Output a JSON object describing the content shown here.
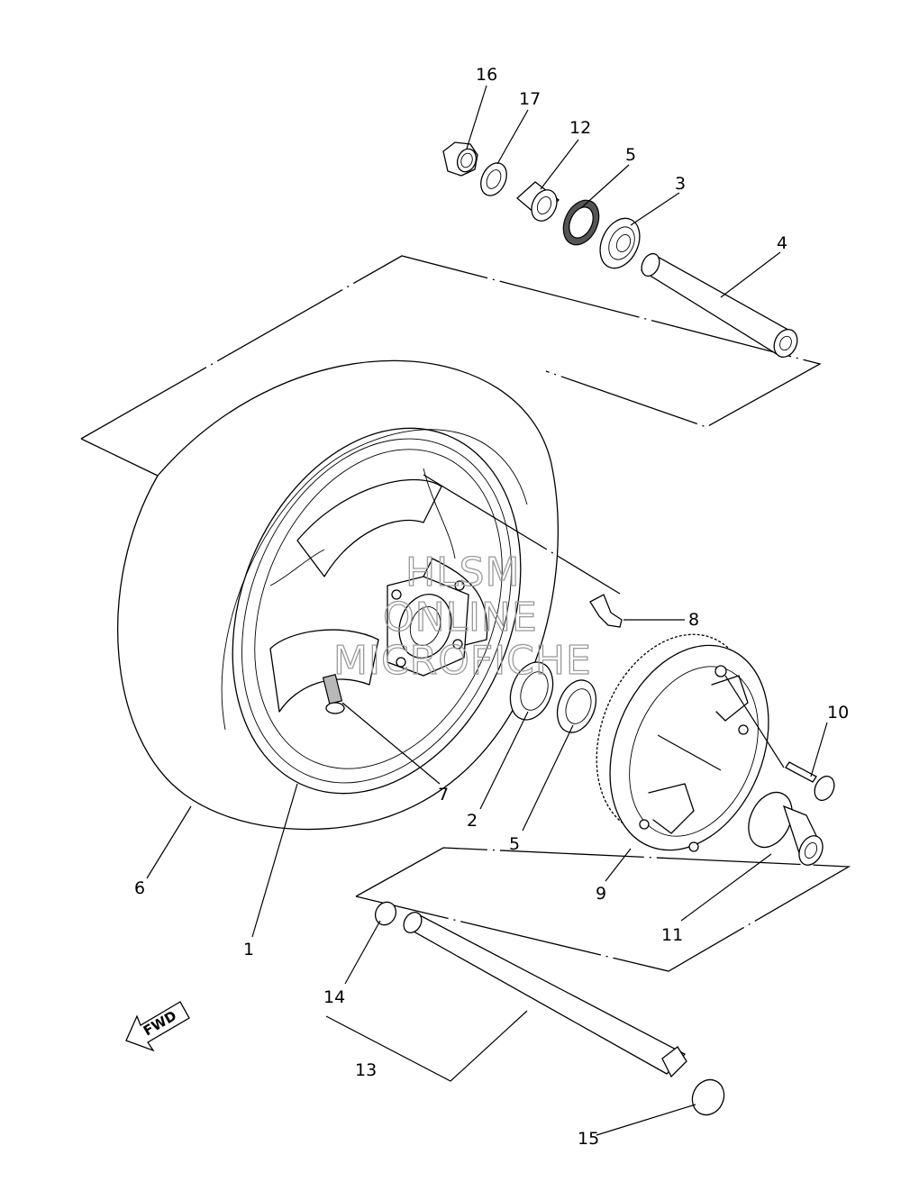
{
  "diagram": {
    "callouts": [
      {
        "label": "16"
      },
      {
        "label": "17"
      },
      {
        "label": "12"
      },
      {
        "label": "5"
      },
      {
        "label": "3"
      },
      {
        "label": "4"
      },
      {
        "label": "8"
      },
      {
        "label": "10"
      },
      {
        "label": "7"
      },
      {
        "label": "2"
      },
      {
        "label": "5"
      },
      {
        "label": "6"
      },
      {
        "label": "9"
      },
      {
        "label": "11"
      },
      {
        "label": "1"
      },
      {
        "label": "14"
      },
      {
        "label": "13"
      },
      {
        "label": "15"
      }
    ],
    "watermark": [
      "HLSM",
      "ONLINE",
      "MICROFICHE"
    ],
    "direction_arrow_label": "FWD"
  }
}
